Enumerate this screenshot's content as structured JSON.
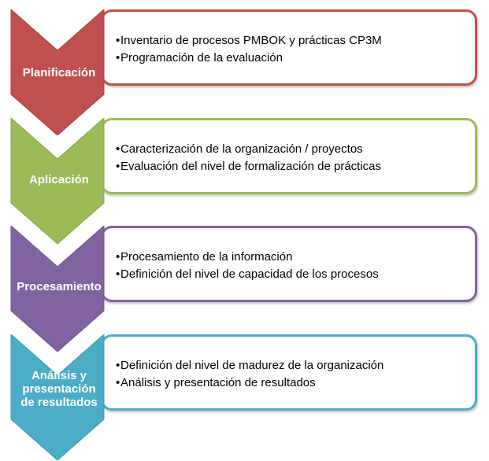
{
  "steps": [
    {
      "label": "Planificación",
      "color": "#c0504d",
      "items": [
        "Inventario de procesos PMBOK y prácticas CP3M",
        "Programación de la evaluación"
      ]
    },
    {
      "label": "Aplicación",
      "color": "#9bbb59",
      "items": [
        "Caracterización de la organización / proyectos",
        "Evaluación del nivel de formalización de prácticas"
      ]
    },
    {
      "label": "Procesamiento",
      "color": "#8064a2",
      "items": [
        "Procesamiento de la información",
        "Definición del nivel de capacidad de los procesos"
      ]
    },
    {
      "label_lines": [
        "Análisis y",
        "presentación",
        "de resultados"
      ],
      "color": "#4bacc6",
      "items": [
        "Definición del nivel de madurez de la organización",
        "Análisis  y presentación de resultados"
      ]
    }
  ],
  "bullet": "•"
}
